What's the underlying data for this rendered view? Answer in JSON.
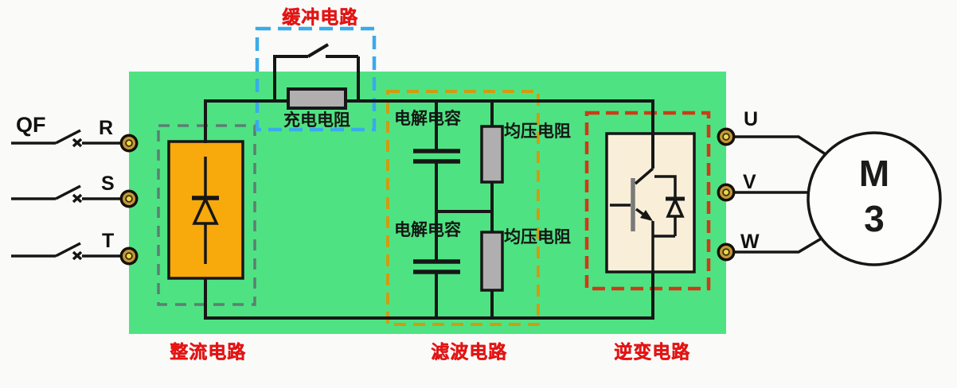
{
  "input": {
    "breaker_label": "QF",
    "phases": [
      "R",
      "S",
      "T"
    ]
  },
  "sections": {
    "buffer": {
      "title": "缓冲电路",
      "resistor_label": "充电电阻"
    },
    "rectifier": {
      "title": "整流电路"
    },
    "filter": {
      "title": "滤波电路",
      "capacitor_label": "电解电容",
      "resistor_label": "均压电阻"
    },
    "inverter": {
      "title": "逆变电路"
    }
  },
  "output": {
    "phases": [
      "U",
      "V",
      "W"
    ],
    "motor": {
      "letter": "M",
      "number": "3"
    }
  },
  "symbols": {
    "breaker": "switch-icon",
    "rectifier": "diode-icon",
    "buffer": "bypass-switch-and-resistor-icon",
    "filter": "capacitor-and-resistor-icon",
    "inverter": "igbt-icon",
    "motor": "motor-icon",
    "connection": "terminal-icon"
  },
  "colors": {
    "board_green": "#4fe283",
    "rectifier_orange": "#f8a90b",
    "component_gray": "#b0aeae",
    "igbt_cream": "#f9efd8",
    "buffer_outline_blue": "#3aabea",
    "rectifier_outline_gray": "#5c7f72",
    "filter_outline_yellow": "#cf9c10",
    "inverter_outline_red": "#cf3a16",
    "label_red": "#e91313",
    "wire_black": "#161616",
    "terminal_gold": "#c49a36",
    "terminal_center_yellow": "#ecd84e"
  }
}
